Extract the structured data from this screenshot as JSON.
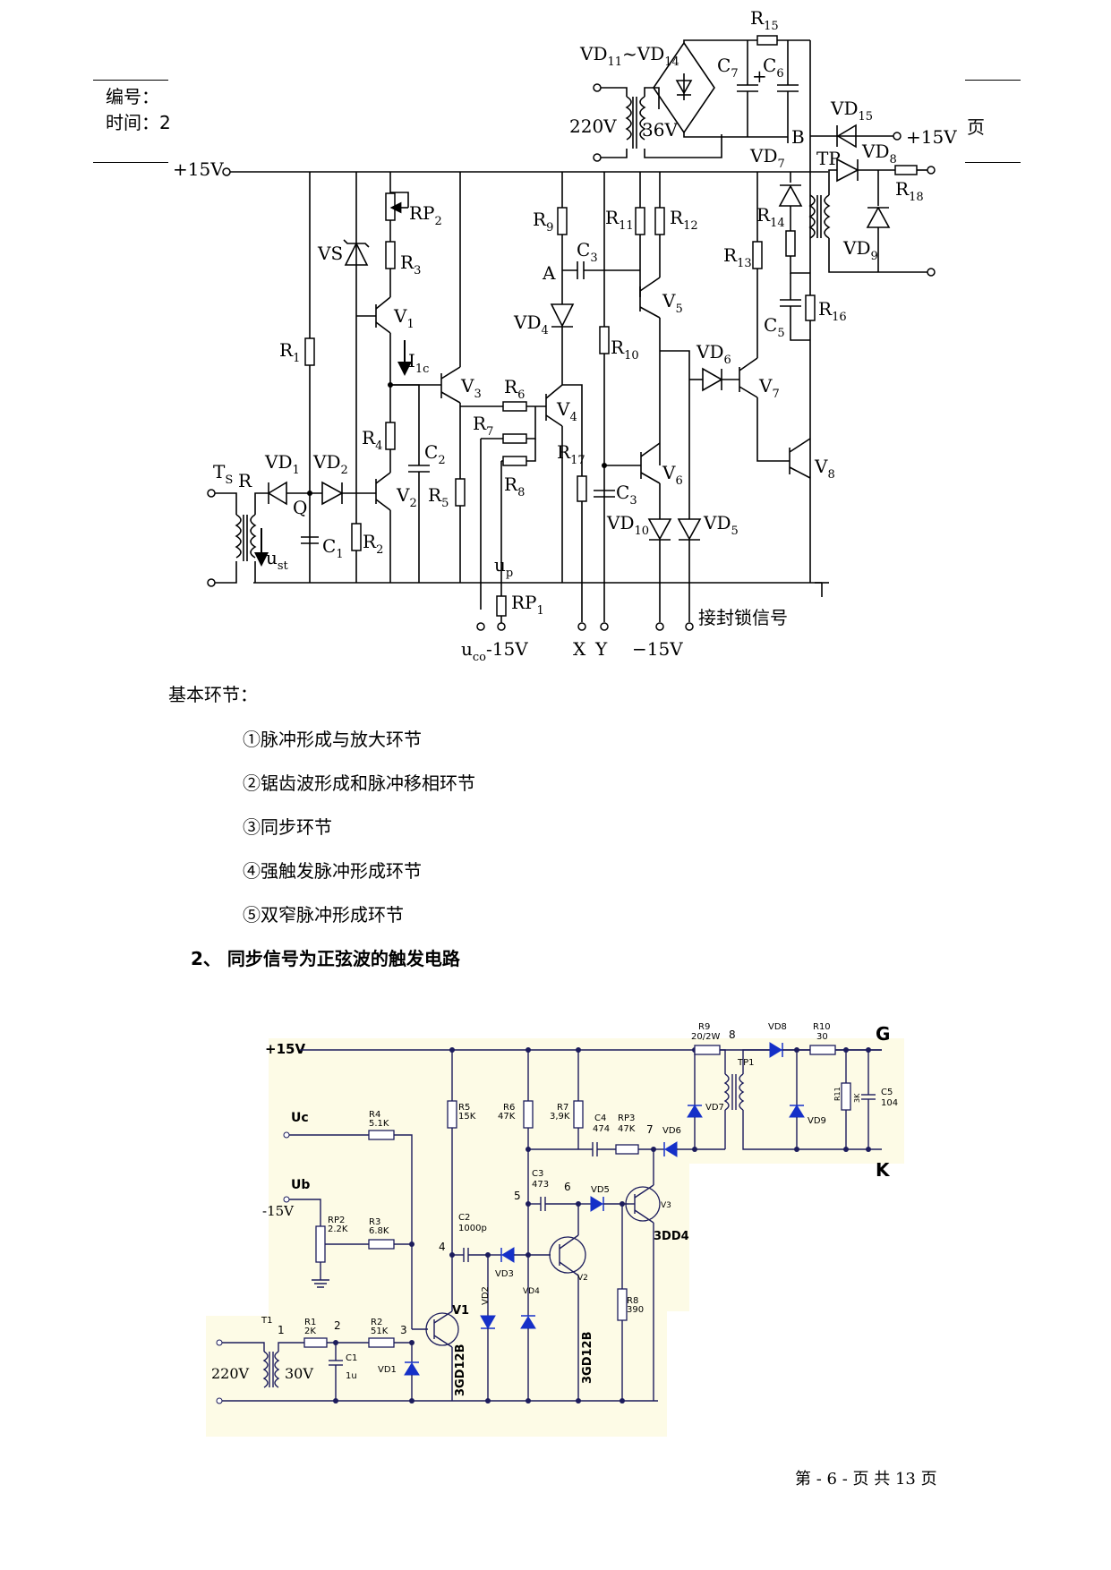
{
  "header": {
    "number_label": "编号：",
    "time_label": "时间：2",
    "page_suffix": "页"
  },
  "diagram1": {
    "rails": {
      "vcc": "+15V",
      "neg": "−15V"
    },
    "mains": {
      "input": "220V",
      "secondary": "36V",
      "bridge": "VD",
      "bridge_sub": "11",
      "bridge_sep": "~VD",
      "bridge_sub2": "14"
    },
    "nodes": {
      "A": "A",
      "B": "B",
      "Q": "Q",
      "TP": "TP",
      "R": "R",
      "Ts": "T",
      "Ts_sub": "S"
    },
    "terminals": {
      "uco": "u",
      "uco_sub": "co",
      "neg15a": "-15V",
      "X": "X",
      "Y": "Y",
      "neg15b": "−15V",
      "lock": "接封锁信号",
      "up": "u",
      "up_sub": "p",
      "ust": "u",
      "ust_sub": "st",
      "I1c": "I",
      "I1c_sub": "1c",
      "vcc_out": "+15V"
    },
    "parts": {
      "R": [
        "R",
        "R",
        "R",
        "R",
        "R",
        "R",
        "R",
        "R",
        "R",
        "R",
        "R",
        "R",
        "R",
        "R",
        "R",
        "R",
        "R"
      ],
      "R_sub": [
        "1",
        "2",
        "3",
        "4",
        "5",
        "6",
        "7",
        "8",
        "9",
        "10",
        "11",
        "12",
        "13",
        "14",
        "15",
        "16",
        "17",
        "18"
      ],
      "V": "V",
      "VD": "VD",
      "VS": "VS",
      "RP": "RP",
      "C": "C"
    }
  },
  "intro": "基本环节：",
  "links": [
    "①脉冲形成与放大环节",
    "②锯齿波形成和脉冲移相环节",
    "③同步环节",
    "④强触发脉冲形成环节",
    "⑤双窄脉冲形成环节"
  ],
  "section_title": "2、  同步信号为正弦波的触发电路",
  "diagram2": {
    "labels": {
      "vcc": "+15V",
      "uc": "Uc",
      "ub": "Ub",
      "neg15": "-15V",
      "mains": "220V",
      "sec": "30V",
      "G": "G",
      "K": "K",
      "TP1": "TP1",
      "T1": "T1",
      "V1": "V1",
      "V2": "3GD12B",
      "V1t": "3GD12B",
      "V3": "3DD4",
      "R1": "R1",
      "R1v": "2K",
      "R2": "R2",
      "R2v": "51K",
      "R3": "R3",
      "R3v": "6.8K",
      "R4": "R4",
      "R4v": "5.1K",
      "R5": "R5",
      "R5v": "15K",
      "R6": "R6",
      "R6v": "47K",
      "R7": "R7",
      "R7v": "3,9K",
      "R8": "R8",
      "R8v": "390",
      "R9": "R9",
      "R9v": "20/2W",
      "R10": "R10",
      "R10v": "30",
      "R11": "R11",
      "R11v": "3K",
      "RP2": "RP2",
      "RP2v": "2.2K",
      "RP3": "RP3",
      "RP3v": "47K",
      "C1": "C1",
      "C1v": "1u",
      "C2": "C2",
      "C2v": "1000p",
      "C3": "C3",
      "C3v": "473",
      "C4": "C4",
      "C4v": "474",
      "C5": "C5",
      "C5v": "104",
      "VD1": "VD1",
      "VD2": "VD2",
      "VD3": "VD3",
      "VD4": "VD4",
      "VD5": "VD5",
      "VD6": "VD6",
      "VD7": "VD7",
      "VD8": "VD8",
      "VD9": "VD9",
      "n1": "1",
      "n2": "2",
      "n3": "3",
      "n4": "4",
      "n5": "5",
      "n6": "6",
      "n7": "7",
      "n8": "8",
      "V2t": "V2",
      "V3t": "V3"
    }
  },
  "footer": "第 - 6 - 页 共 13 页"
}
